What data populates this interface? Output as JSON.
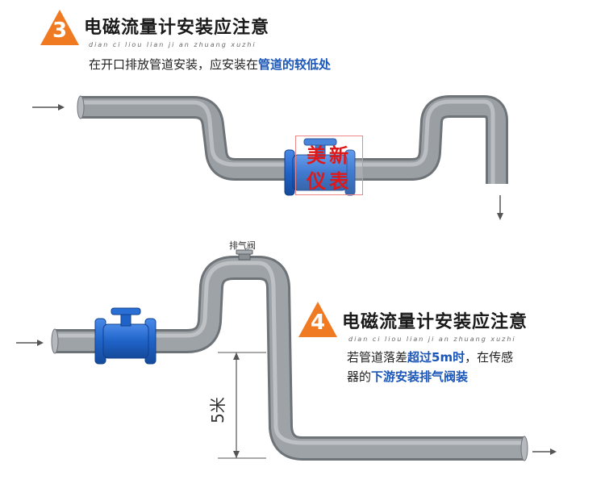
{
  "step3": {
    "number": "3",
    "title": "电磁流量计安装应注意",
    "pinyin": "dian ci liou lian ji an zhuang xuzhi",
    "desc_prefix": "在开口排放管道安装，应安装在",
    "desc_highlight": "管道的较低处"
  },
  "watermark": {
    "line1": "美新",
    "line2": "仪表"
  },
  "step4": {
    "number": "4",
    "title": "电磁流量计安装应注意",
    "pinyin": "dian ci liou lian ji an zhuang xuzhi",
    "desc_line1_prefix": "若管道落差",
    "desc_line1_highlight": "超过5m时",
    "desc_line1_suffix": "，在传感",
    "desc_line2_prefix": "器的",
    "desc_line2_highlight": "下游安装排气阀装"
  },
  "labels": {
    "exhaust_valve": "排气阀",
    "height": "5米"
  },
  "colors": {
    "badge_orange": "#f07a22",
    "pipe_gray": "#8f9499",
    "meter_blue": "#1f63c8",
    "highlight_blue": "#1a56b8",
    "watermark_red": "#e01818"
  }
}
